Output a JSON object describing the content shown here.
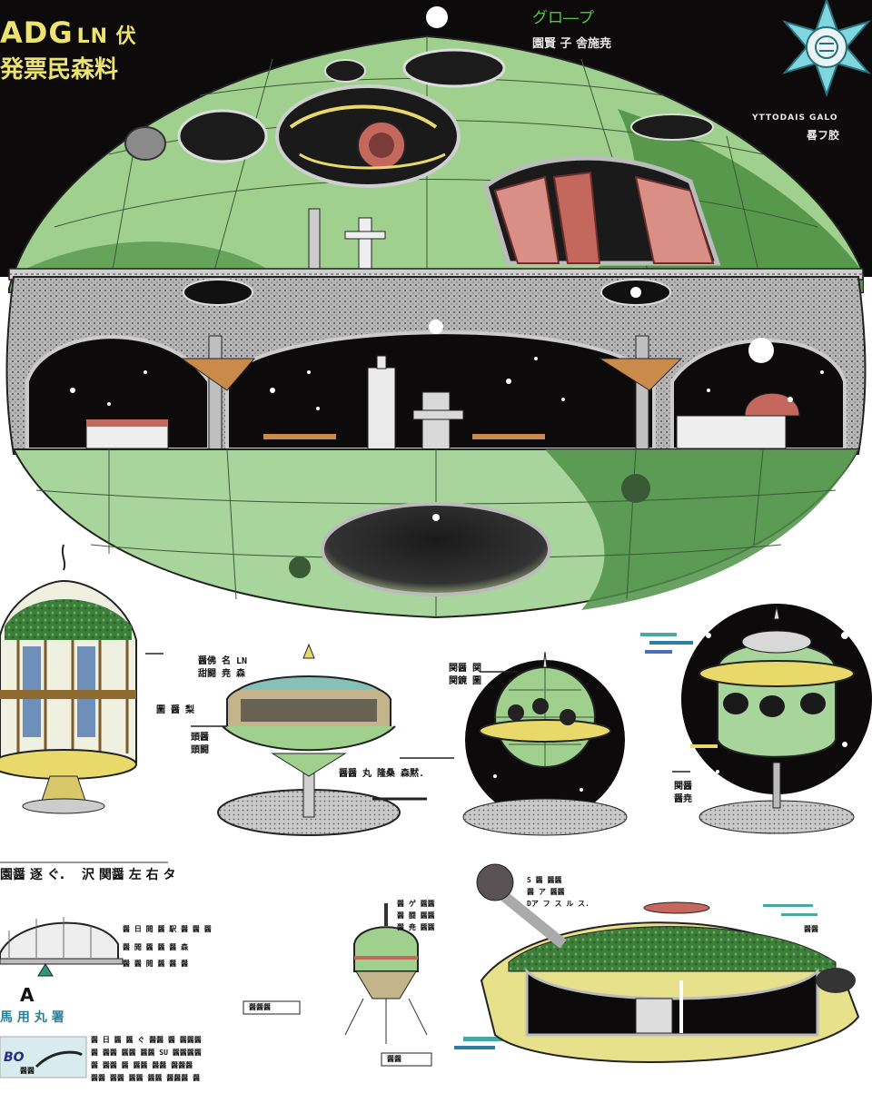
{
  "header": {
    "title": "ADG",
    "title_suffix": "LN 伏",
    "subtitle": "発票民森料",
    "jp_heading": "グロ―プ",
    "jp_note": "園賢 子 舎施尭",
    "corner_text": "YTTODAIS GALO",
    "corner_text2": "晷フ胶"
  },
  "labels": {
    "middle_left_1": "醤佛 名 LN",
    "middle_left_2": "甜闘 尭 森",
    "middle_left_3": "頭醤",
    "middle_left_4": "頭闘",
    "middle_center_1": "醤醤 丸 隆桑 森黙.",
    "middle_center_2": "圖 醤 梨",
    "middle_center_3": "関醤 関",
    "middle_center_4": "関鏡 圖",
    "middle_right_1": "関醤",
    "middle_right_2": "醤尭"
  },
  "sections": {
    "left_heading": "園醤 逐 ぐ.",
    "right_heading": "沢 関醤 左 右 タ"
  },
  "bottom": {
    "marker_letter": "A",
    "marker_caption": "馬 用 丸 署",
    "spec_block_1": "醤 日 閲 醤 駅 醤 醤 醤",
    "spec_block_2": "醤 閲 醤 醤 醤 森",
    "spec_block_3": "醤 醤 閲 醤 醤 醤",
    "tower_label_1": "醤 ゲ 醤醤",
    "tower_label_2": "醤 闘 醤醤",
    "tower_label_3": "醤 尭 醤醤",
    "tower_tag": "醤醤醤",
    "tower_tag2": "醤醤",
    "right_label_1": "S 醤 醤醤",
    "right_label_2": "醤 ア 醤醤",
    "right_label_3": "Dア フ ス ル ス.",
    "logo_text": "BO",
    "logo_caption": "醤醤",
    "para_1": "醤 日 醤 醤 ぐ 醤醤 醤 醤醤醤",
    "para_2": "醤 醤醤 醤醤 醤醤 SU 醤醤醤醤",
    "para_3": "醤 醤醤 醤 醤醤 醤醤 醤醤醤",
    "para_4": "醤醤 醤醤 醤醤 醤醤 醤醤醤 醤",
    "right_small": "醤醤"
  },
  "colors": {
    "space_black": "#0d0a0b",
    "hull_green": "#9fd08e",
    "hull_dark": "#4f9146",
    "grey_metal": "#a7a7a7",
    "accent_yellow": "#e8d96a",
    "accent_red": "#c4685d",
    "title_yellow": "#ece46f",
    "jp_green": "#5ac34a",
    "star_blue": "#7fd6de"
  }
}
